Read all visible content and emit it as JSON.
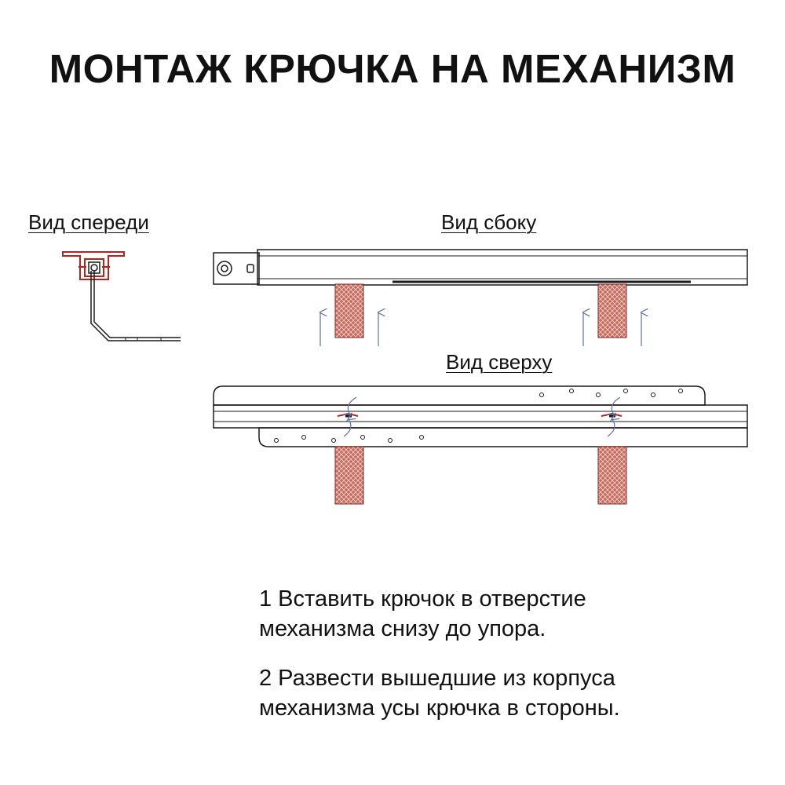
{
  "title": "МОНТАЖ КРЮЧКА НА МЕХАНИЗМ",
  "views": {
    "front": "Вид спереди",
    "side": "Вид сбоку",
    "top": "Вид сверху"
  },
  "steps": [
    "1 Вставить крючок в отверстие\nмеханизма снизу до упора.",
    "2 Развести вышедшие из корпуса\nмеханизма усы крючка в стороны."
  ],
  "colors": {
    "line": "#1a1a1a",
    "hook": "#b5241c",
    "block": "#c9685c",
    "arrow": "#5c6fa8"
  }
}
